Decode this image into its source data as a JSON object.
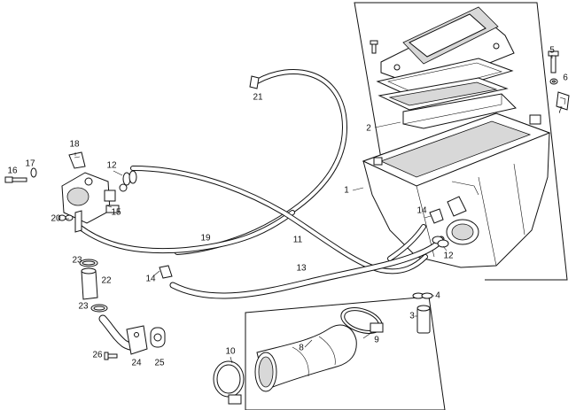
{
  "diagram": {
    "callouts": {
      "c1": "1",
      "c2": "2",
      "c3": "3",
      "c4": "4",
      "c5": "5",
      "c6": "6",
      "c7": "7",
      "c8": "8",
      "c9": "9",
      "c10": "10",
      "c11": "11",
      "c12a": "12",
      "c12b": "12",
      "c13": "13",
      "c14a": "14",
      "c14b": "14",
      "c15": "15",
      "c16": "16",
      "c17": "17",
      "c18": "18",
      "c19": "19",
      "c20": "20",
      "c21": "21",
      "c22": "22",
      "c23a": "23",
      "c23b": "23",
      "c24": "24",
      "c25": "25",
      "c26": "26"
    }
  }
}
